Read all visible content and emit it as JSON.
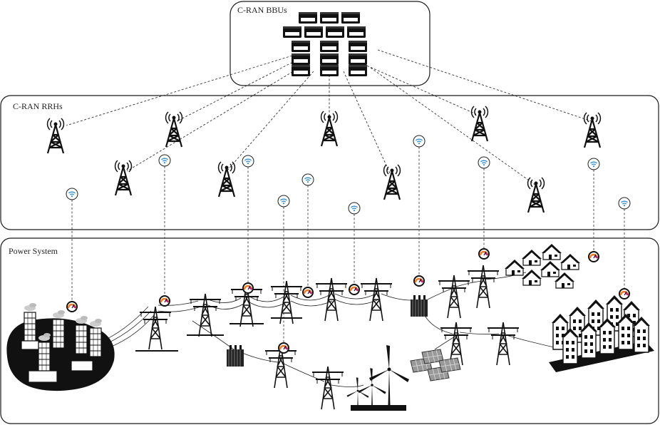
{
  "panels": {
    "bbu": {
      "title": "C-RAN BBUs"
    },
    "rrh": {
      "title": "C-RAN RRHs"
    },
    "power": {
      "title": "Power System"
    }
  },
  "icons": {
    "server": "bbu-server-icon",
    "tower": "rrh-tower-icon",
    "wifi": "wifi-access-point-icon",
    "meter": "smart-meter-icon",
    "pylon": "transmission-pylon-icon",
    "transformer": "transformer-icon",
    "wind": "wind-turbine-icon",
    "solar": "solar-panel-icon",
    "factory": "power-plant-icon",
    "houses": "residential-houses-icon",
    "city": "city-buildings-icon"
  },
  "colors": {
    "ink": "#111111",
    "panel_border": "#1a1a1a",
    "wifi_blue": "#2f8fd8",
    "meter_orange": "#f07a1e",
    "meter_magenta": "#c2187a"
  }
}
